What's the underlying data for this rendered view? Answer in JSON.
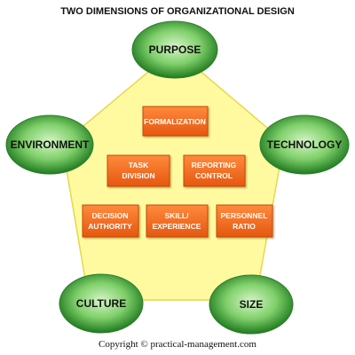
{
  "title": "TWO DIMENSIONS OF ORGANIZATIONAL DESIGN",
  "contextual_dimensions": [
    {
      "id": "purpose",
      "label": "PURPOSE"
    },
    {
      "id": "environment",
      "label": "ENVIRONMENT"
    },
    {
      "id": "technology",
      "label": "TECHNOLOGY"
    },
    {
      "id": "culture",
      "label": "CULTURE"
    },
    {
      "id": "size",
      "label": "SIZE"
    }
  ],
  "structural_dimensions": [
    {
      "id": "formalization",
      "lines": [
        "FORMALIZATION"
      ]
    },
    {
      "id": "task-division",
      "lines": [
        "TASK",
        "DIVISION"
      ]
    },
    {
      "id": "reporting-control",
      "lines": [
        "REPORTING",
        "CONTROL"
      ]
    },
    {
      "id": "decision-authority",
      "lines": [
        "DECISION",
        "AUTHORITY"
      ]
    },
    {
      "id": "skill-experience",
      "lines": [
        "SKILL/",
        "EXPERIENCE"
      ]
    },
    {
      "id": "personnel-ratio",
      "lines": [
        "PERSONNEL",
        "RATIO"
      ]
    }
  ],
  "copyright": "Copyright © practical-management.com",
  "colors": {
    "pentagon_fill": "#fffaa0",
    "pentagon_stroke": "#e6d84a",
    "ellipse_light": "#c6f0b8",
    "ellipse_dark": "#1f7a1f",
    "box_fill": "#f26a1b",
    "box_stroke": "#c24a0a"
  }
}
